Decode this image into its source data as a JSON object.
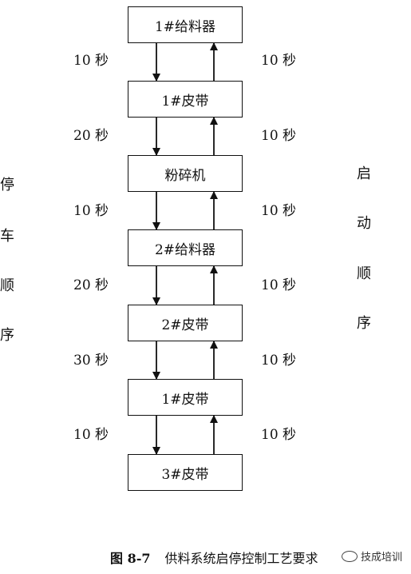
{
  "boxes": [
    "1#给料器",
    "1#皮带",
    "粉碎机",
    "2#给料器",
    "2#皮带",
    "1#皮带",
    "3#皮带"
  ],
  "stop_delays": [
    "10 秒",
    "20 秒",
    "10 秒",
    "20 秒",
    "30 秒",
    "10 秒"
  ],
  "start_delays": [
    "10 秒",
    "10 秒",
    "10 秒",
    "10 秒",
    "10 秒",
    "10 秒"
  ],
  "stop_label": [
    "停",
    "车",
    "顺",
    "序"
  ],
  "start_label": [
    "启",
    "动",
    "顺",
    "序"
  ],
  "caption": {
    "number": "图 8-7",
    "text": "供料系统启停控制工艺要求"
  },
  "watermark": "技成培训"
}
